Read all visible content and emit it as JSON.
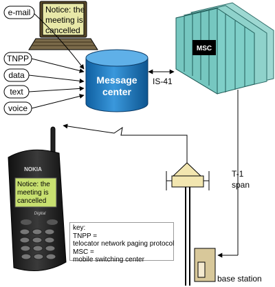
{
  "inputs": [
    "e-mail",
    "TNPP",
    "data",
    "text",
    "voice"
  ],
  "email_notice": "Notice: the meeting is cancelled",
  "message_center": [
    "Message",
    "center"
  ],
  "msc_label": "MSC",
  "is41_label": "IS-41",
  "t1_label": [
    "T-1",
    "span"
  ],
  "base_station_label": "base station",
  "phone": {
    "brand": "NOKIA",
    "screen_text": "Notice: the meeting is cancelled",
    "model": "Digital"
  },
  "key": [
    "key:",
    "TNPP =",
    "telocator network paging protocol",
    "MSC =",
    "mobile switching center"
  ],
  "colors": {
    "cylinder": "#1f7fc7",
    "msc": "#7fcfc8",
    "laptop_screen": "#e8e8a8",
    "phone_screen": "#c8e070"
  }
}
